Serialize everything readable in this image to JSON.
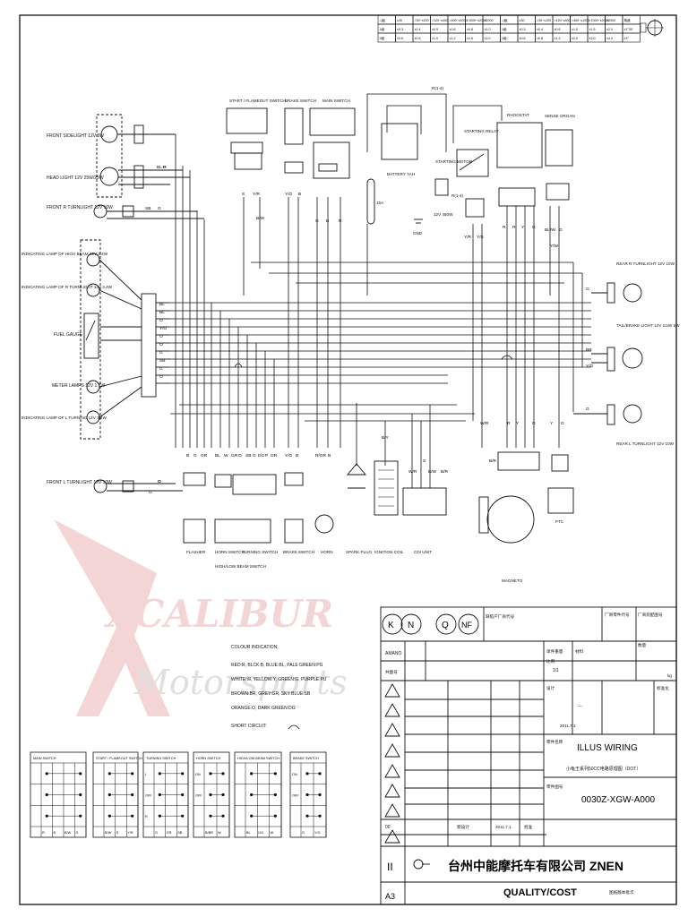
{
  "tolerance_table": {
    "rows": [
      [
        "◁級",
        "≤30",
        ">30~≤120",
        ">120~≤400",
        ">400~≤1000",
        ">1000~≤2000",
        ">2000",
        "◁級",
        "≤30",
        ">30~≤120",
        ">120~≤400",
        ">400~≤1000",
        ">1000~≤2000",
        ">2000",
        "角度"
      ],
      [
        "1級",
        "±0.3",
        "±0.4",
        "±0.5",
        "±0.6",
        "±0.8",
        "±1.0",
        "1級",
        "±0.3",
        "±0.4",
        "±0.6",
        "±1.0",
        "±1.5",
        "±2.0",
        "±1°30'"
      ],
      [
        "2級",
        "±0.6",
        "±0.8",
        "±1.0",
        "±1.2",
        "±1.6",
        "±2.0",
        "2級",
        "±0.6",
        "±0.8",
        "±1.2",
        "±2.0",
        "±3.0",
        "±4.0",
        "±3°"
      ]
    ]
  },
  "left_components": {
    "front_sidelight": "FRONT SIDELIGHT 12V 5W",
    "head_light": "HEAD LIGHT 12V 25W/25W",
    "front_r_turnlight": "FRONT R TURNLIGHT 12V 10W",
    "indicating_high_beam": "INDICATING LAMP OF HIGH BEAM 12V 3.4W",
    "indicating_r_turnlight": "INDICATING LAMP OF R TURNLIGHT 12V 3.4W",
    "fuel_gauge": "FUEL GAUGE",
    "meter_lamps": "METER LAMPS 12V 1.7W",
    "indicating_l_turning": "INDICATING LAMP OF L TURNING 12V 3.4W",
    "front_l_turnlight": "FRONT L TURNLIGHT 12V 10W"
  },
  "top_components": {
    "start_flameout_switch": "START / FLAMEOUT SWITCH",
    "brake_switch": "BRAKE SWITCH",
    "main_switch": "MAIN SWITCH",
    "battery": "BATTERY 7AH",
    "starting_motor": "STARTING MOTOR",
    "starting_relay": "STARTING RELAY",
    "regulator": "12V 450W",
    "fuse": "15A",
    "gnd": "GND",
    "rectifier": "RHOOSTAT",
    "sense_organ": "SENSE ORGAN",
    "top_wire_a": "R(1-4)",
    "top_wire_b": "R(1-4)"
  },
  "right_components": {
    "rear_r_turnlight": "REAR R TURNLIGHT 12V 10W",
    "tail_brake_light": "TAIL/BRAKE LIGHT 12V 21W/ 5W",
    "rear_l_turnlight": "REAR L TURNLIGHT 12V 10W"
  },
  "bottom_components": {
    "flasher": "FLASHER",
    "horn_switch": "HORN SWITCH",
    "high_low_beam_switch": "HIGH/LOW BEAM SWITCH",
    "turning_switch": "TURNING SWITCH",
    "brake_switch": "BRAKE SWITCH",
    "horn": "HORN",
    "spark_plug": "SPARK PLUG",
    "ignition_coil": "IGNITION COIL",
    "cdi_unit": "CDI UNIT",
    "magneto": "MAGNETO",
    "ptc": "PTC"
  },
  "wire_tags": {
    "left_bus": [
      "BL",
      "BL",
      "O",
      "Y/G",
      "O",
      "O",
      "G",
      "SB",
      "G",
      "O"
    ],
    "top_start": [
      "S",
      "Y/R"
    ],
    "top_brake": [
      "Y/G",
      "B"
    ],
    "top_main": [
      "G",
      "B",
      "R"
    ],
    "top_relay": [
      "Y/R",
      "Y/S"
    ],
    "top_rect": [
      "R",
      "R",
      "Y",
      "G"
    ],
    "top_sense": [
      "BL/W",
      "G"
    ],
    "mid_a": "B/W",
    "mid_b": "Y/W",
    "right": [
      "O",
      "BR",
      "Y/G",
      "G"
    ],
    "bottom_flasher": [
      "B",
      "G",
      "GR"
    ],
    "bottom_horn": [
      "BL",
      "W"
    ],
    "bottom_turn": [
      "GR",
      "O",
      "SB",
      "G",
      "DG",
      "P",
      "GR"
    ],
    "bottom_brake": [
      "Y/G",
      "B"
    ],
    "bottom_hornpart": [
      "R/GR",
      "B"
    ],
    "bottom_ign": "B/Y",
    "bottom_cdi": [
      "W/R",
      "B/W",
      "B/R"
    ],
    "bottom_mag": [
      "W/R",
      "R",
      "Y",
      "G"
    ],
    "bottom_ptc": [
      "Y",
      "G"
    ],
    "bottom_misc": [
      "B/R",
      "S"
    ],
    "front_l": [
      "O",
      "G"
    ],
    "front_r": [
      "SB",
      "G"
    ],
    "head": [
      "P",
      "G",
      "BL"
    ]
  },
  "colour_indication": {
    "title": "COLOUR INDICATION:",
    "lines": [
      "RED:R, BLCK:B, BLUE:BL, PALE GREEN:PG",
      "WHITE:W, YELLOW:Y, GREEN:G, PURPLE:PU",
      "BROWN:BR, GREY:GR, SKY BLUE:SB",
      "ORANGE:O, DARK GREEN:DG",
      "SHORT CIRCUIT:"
    ]
  },
  "switch_tables": [
    {
      "title": "MAIN SWITCH",
      "bottom": [
        "R",
        "B",
        "B/W",
        "G"
      ]
    },
    {
      "title": "START / FLAMEOUT SWITCH",
      "bottom": [
        "B/W",
        "S",
        "Y/R"
      ]
    },
    {
      "title": "TURNING SWITCH",
      "rows_left": [
        "L",
        "OFF",
        "R"
      ],
      "bottom": [
        "O",
        "GR",
        "SB"
      ]
    },
    {
      "title": "HORN SWITCH",
      "rows_left": [
        "ON",
        "OFF"
      ],
      "bottom": [
        "B/BR",
        "W"
      ]
    },
    {
      "title": "HIGH/LOW BEAM SWITCH",
      "bottom": [
        "BL",
        "DG",
        "W"
      ]
    },
    {
      "title": "BRAKE SWITCH",
      "rows_left": [
        "ON",
        "OFF"
      ],
      "bottom": [
        "G",
        "Y/G"
      ]
    }
  ],
  "title_block": {
    "symbols": [
      "K",
      "N",
      "Q",
      "NF"
    ],
    "cell_note": "缺陷户厂商代号",
    "ver_header": [
      "厂商零件代号",
      "厂商装配图号"
    ],
    "amano": "AMANO",
    "ref": "共图号",
    "material": "材料",
    "qty_label": "数量",
    "weight_label": "单件重量",
    "ratio_label": "比例",
    "ratio": "1/1",
    "kg": "kg",
    "design": "设计",
    "design_by": "---",
    "date1": "2011.7.1",
    "cad": "标准化",
    "name_label": "零件名称",
    "name": "ILLUS WIRING",
    "name_cn": "小龟王系列50CC电路原理图（DOT）",
    "code_label": "零件图号",
    "code": "0030Z-XGW-A000",
    "rev_no": "00",
    "rev_desc": "新设计",
    "rev_date": "2011.7.1",
    "rev_sign": "批准",
    "company": "台州中能摩托车有限公司 ZNEN",
    "footer_roman": "II",
    "size": "A3",
    "quality": "QUALITY/COST",
    "quality_note": "图纸版本批次"
  },
  "watermark": {
    "brand": "XCALIBUR",
    "sub": "Motorsports"
  }
}
